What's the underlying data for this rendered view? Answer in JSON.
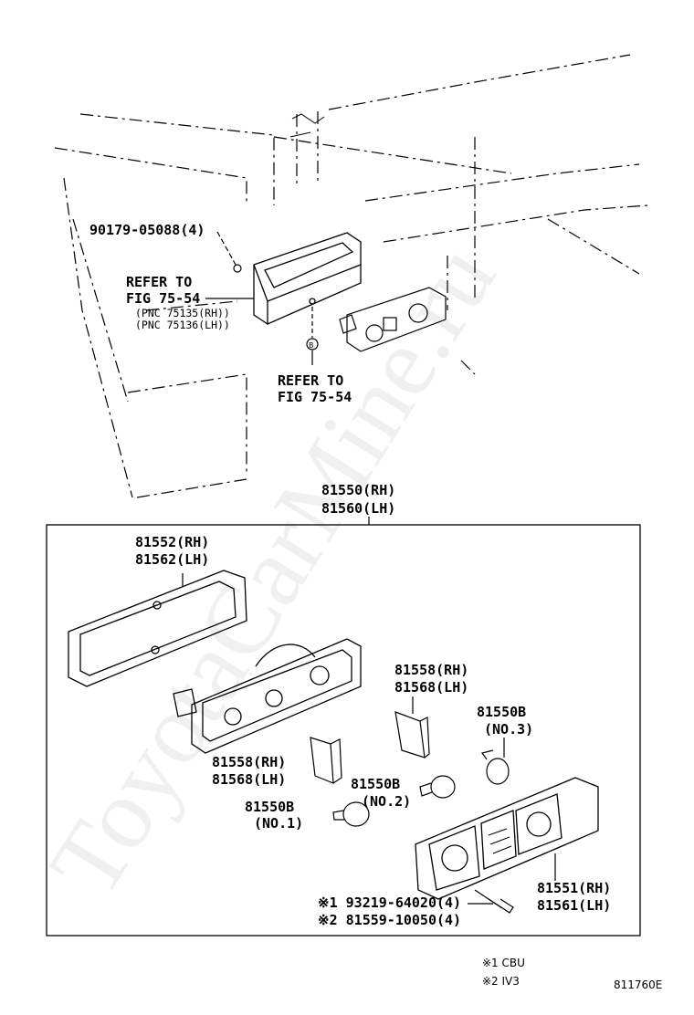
{
  "watermark": "ToyotaCarMine.ru",
  "labels": {
    "bolt_ref": "90179-05088(4)",
    "refer_to_1": "REFER TO",
    "fig_1": "FIG 75-54",
    "pnc_rh": "(PNC 75135(RH))",
    "pnc_lh": "(PNC 75136(LH))",
    "refer_to_2": "REFER TO",
    "fig_2": "FIG 75-54",
    "assy_rh": "81550(RH)",
    "assy_lh": "81560(LH)",
    "gasket_rh": "81552(RH)",
    "gasket_lh": "81562(LH)",
    "socket_upper_rh": "81558(RH)",
    "socket_upper_lh": "81568(LH)",
    "bulb3_num": "81550B",
    "bulb3_no": "(NO.3)",
    "socket_lower_rh": "81558(RH)",
    "socket_lower_lh": "81568(LH)",
    "bulb2_num": "81550B",
    "bulb2_no": "(NO.2)",
    "bulb1_num": "81550B",
    "bulb1_no": "(NO.1)",
    "lens_rh": "81551(RH)",
    "lens_lh": "81561(LH)",
    "screw1": "※1 93219-64020(4)",
    "screw2": "※2 81559-10050(4)",
    "note1": "※1 CBU",
    "note2": "※2 IV3",
    "fig_code": "811760E"
  },
  "callout_marker": "B"
}
